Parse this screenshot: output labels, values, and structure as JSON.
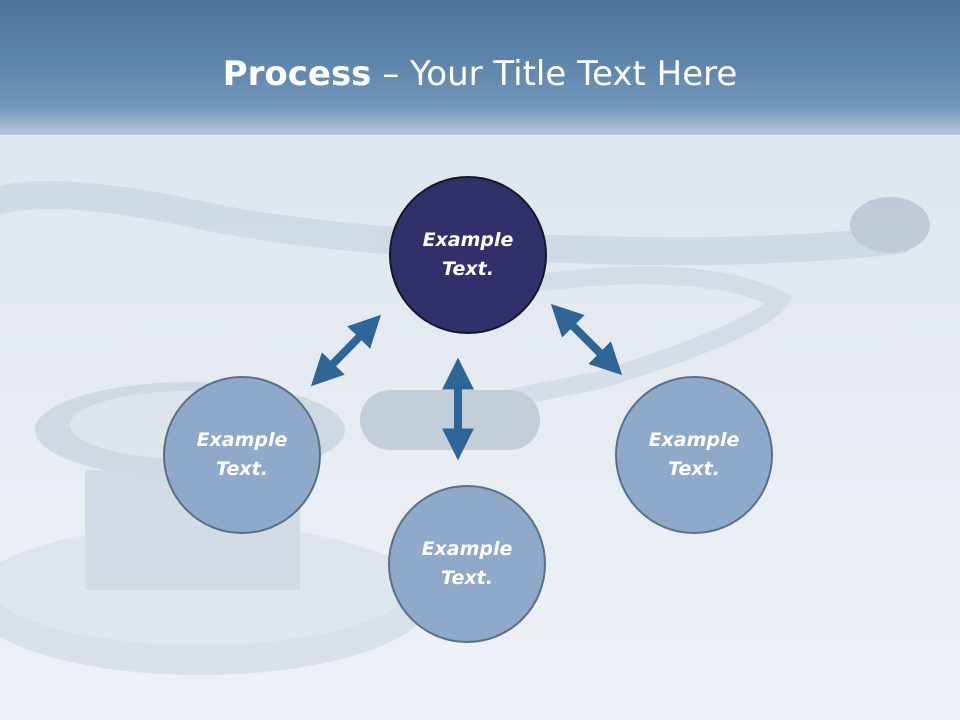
{
  "slide": {
    "title_bold": "Process",
    "title_rest": " – Your Title Text Here"
  },
  "diagram": {
    "nodes": [
      {
        "id": "top",
        "text": "Example\nText."
      },
      {
        "id": "left",
        "text": "Example\nText."
      },
      {
        "id": "bottom",
        "text": "Example\nText."
      },
      {
        "id": "right",
        "text": "Example\nText."
      }
    ]
  },
  "colors": {
    "header": "#5d84ab",
    "center_node": "#32306a",
    "outer_node": "#8ea9c9",
    "arrow": "#2f6496"
  }
}
